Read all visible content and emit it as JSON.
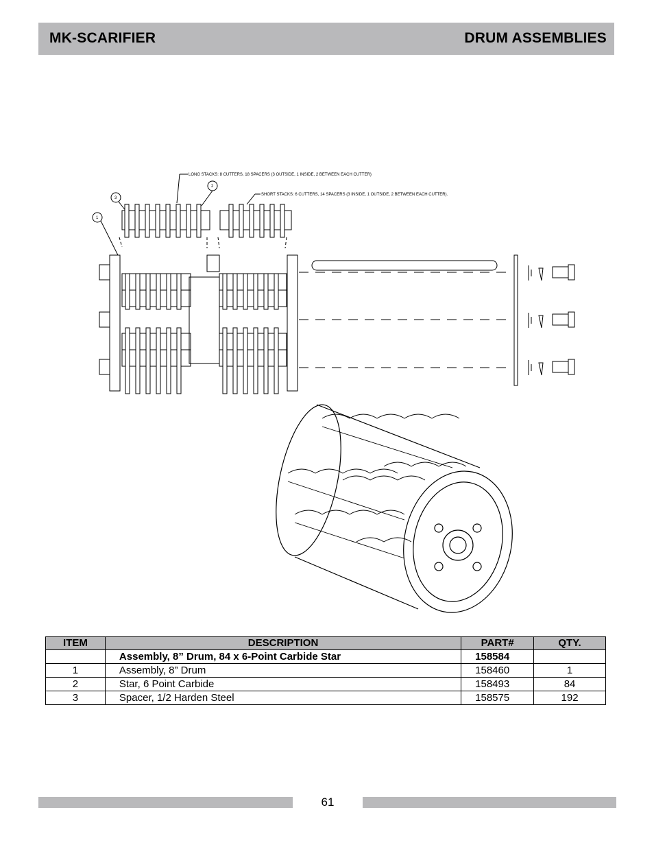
{
  "header": {
    "left_title": "MK-SCARIFIER",
    "right_title": "DRUM ASSEMBLIES"
  },
  "drawing": {
    "callouts": {
      "long_stacks": "LONG STACKS: 8 CUTTERS, 18 SPACERS (3 OUTSIDE, 1 INSIDE, 2 BETWEEN EACH CUTTER)",
      "short_stacks": "SHORT STACKS: 6 CUTTERS, 14 SPACERS (3 INSIDE, 1 OUTSIDE, 2 BETWEEN EACH CUTTER)."
    },
    "balloons": [
      "1",
      "2",
      "3"
    ]
  },
  "parts_table": {
    "headers": [
      "ITEM",
      "DESCRIPTION",
      "PART#",
      "QTY."
    ],
    "rows": [
      {
        "item": "",
        "description": "Assembly, 8” Drum, 84 x 6-Point Carbide Star",
        "part": "158584",
        "qty": ""
      },
      {
        "item": "1",
        "description": "Assembly, 8” Drum",
        "part": "158460",
        "qty": "1"
      },
      {
        "item": "2",
        "description": "Star, 6 Point Carbide",
        "part": "158493",
        "qty": "84"
      },
      {
        "item": "3",
        "description": "Spacer, 1/2 Harden Steel",
        "part": "158575",
        "qty": "192"
      }
    ]
  },
  "footer": {
    "page_number": "61"
  }
}
